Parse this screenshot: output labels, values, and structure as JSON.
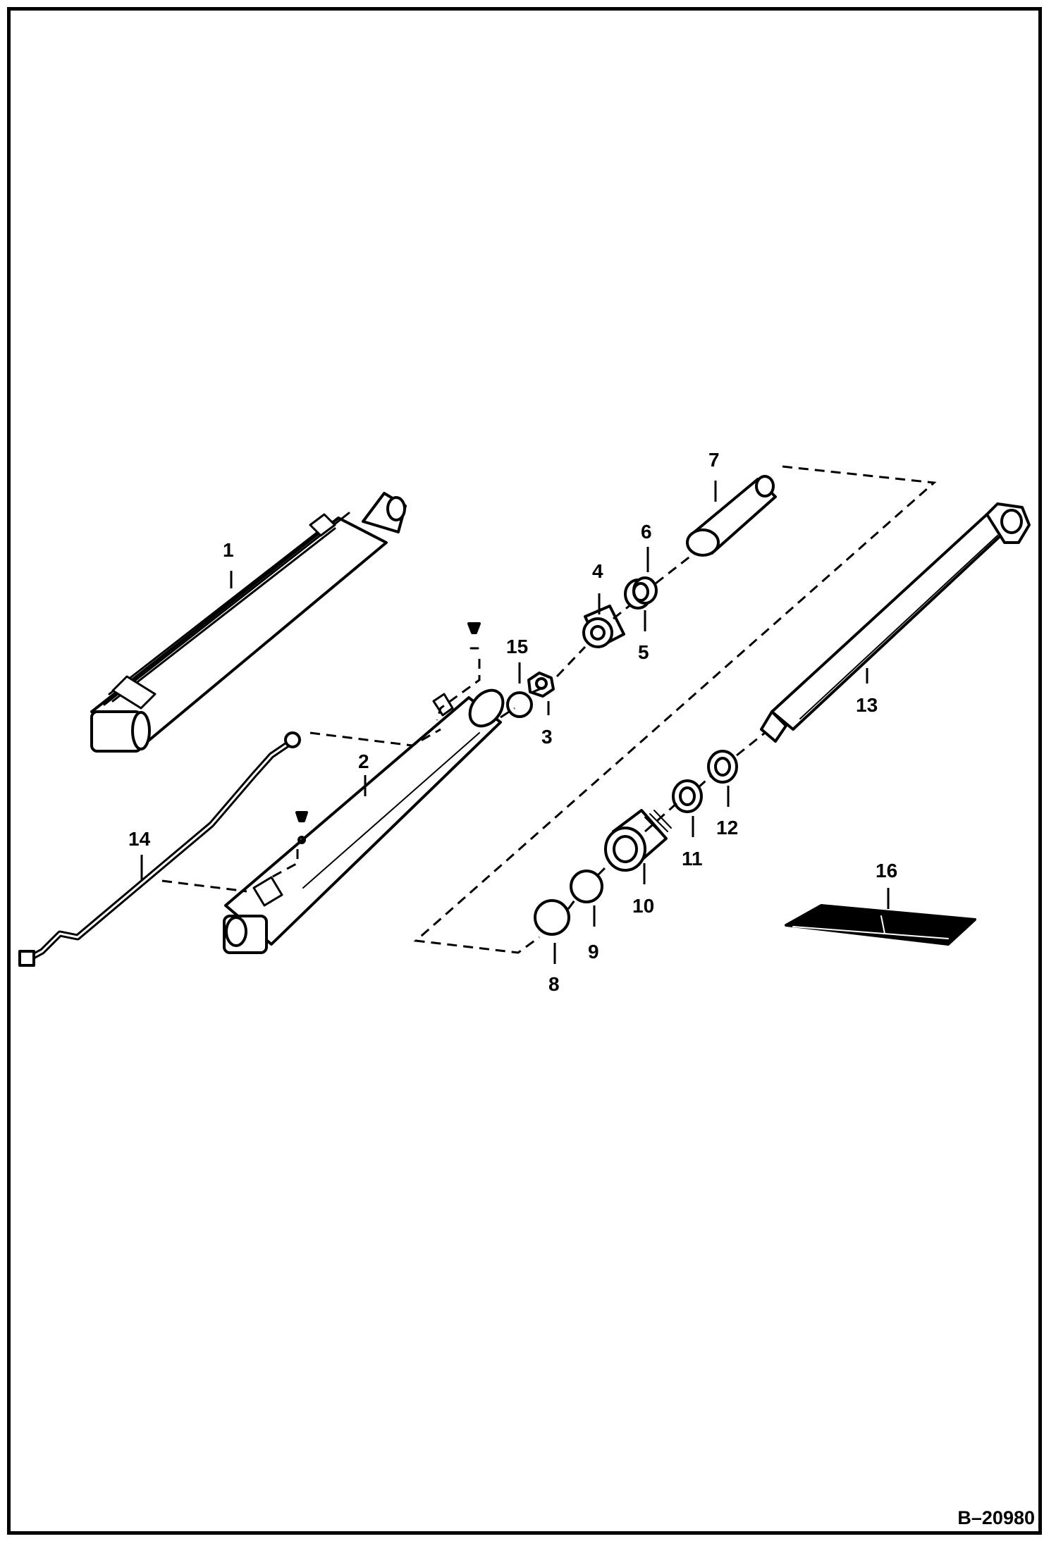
{
  "figure_ref": "B–20980",
  "callouts": {
    "c1": "1",
    "c2": "2",
    "c3": "3",
    "c4": "4",
    "c5": "5",
    "c6": "6",
    "c7": "7",
    "c8": "8",
    "c9": "9",
    "c10": "10",
    "c11": "11",
    "c12": "12",
    "c13": "13",
    "c14": "14",
    "c15": "15",
    "c16": "16"
  },
  "colors": {
    "ink": "#000000",
    "paper": "#ffffff"
  }
}
